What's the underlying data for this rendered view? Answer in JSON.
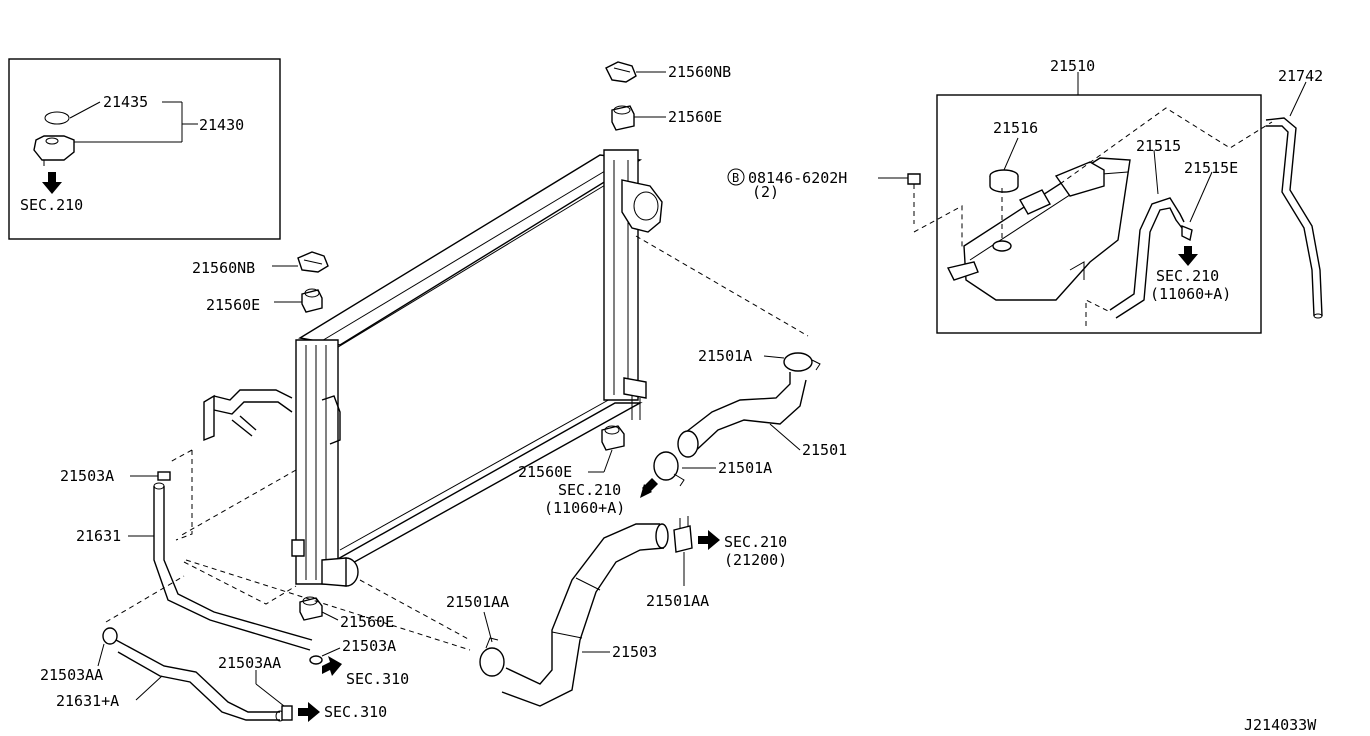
{
  "diagram_code": "J214033W",
  "inset": {
    "labels": {
      "gasket": "21435",
      "cap": "21430",
      "sec": "SEC.210"
    }
  },
  "radiator": {
    "labels": {
      "mount_top_clip": "21560NB",
      "mount_top": "21560E",
      "mount_left_clip": "21560NB",
      "mount_left": "21560E",
      "mount_bottom_right": "21560E",
      "mount_bottom_left": "21560E",
      "sec_mid": "SEC.210",
      "sec_mid_ref": "(11060+A)"
    }
  },
  "upper_hose": {
    "labels": {
      "clamp_top": "21501A",
      "hose": "21501",
      "clamp_bottom": "21501A"
    }
  },
  "lower_hose": {
    "labels": {
      "hose": "21503",
      "clamp_left": "21501AA",
      "clamp_right": "21501AA",
      "sec": "SEC.210",
      "sec_ref": "(21200)"
    }
  },
  "oil_cooler_hoses": {
    "labels": {
      "clip_upper": "21503A",
      "hose_upper": "21631",
      "clamp_left": "21503AA",
      "hose_lower": "21631+A",
      "clamp_mid": "21503AA",
      "clip_lower": "21503A",
      "sec_upper": "SEC.310",
      "sec_lower": "SEC.310"
    }
  },
  "reservoir": {
    "labels": {
      "tank": "21510",
      "cap": "21516",
      "hose": "21515",
      "clip": "21515E",
      "bolt_symbol": "B",
      "bolt": "08146-6202H",
      "bolt_qty": "(2)",
      "sec": "SEC.210",
      "sec_ref": "(11060+A)",
      "overflow_hose": "21742"
    }
  }
}
